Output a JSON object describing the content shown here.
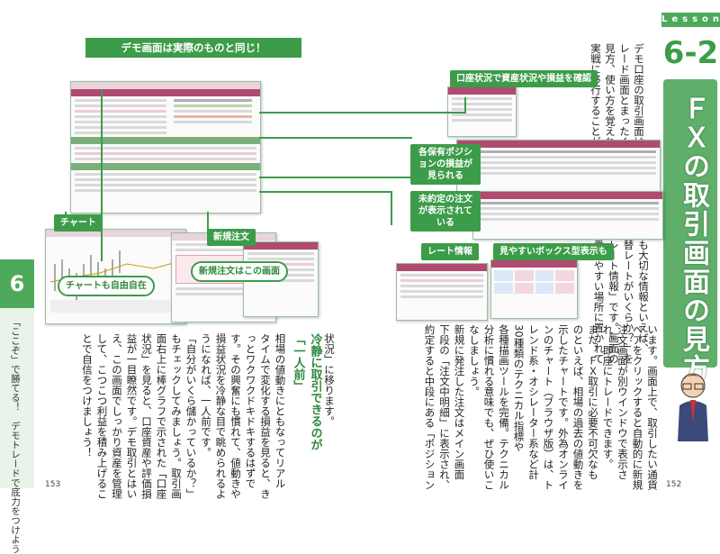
{
  "lesson": {
    "label": "Lesson",
    "number": "6-2",
    "title": "ＦＸの取引画面の見方"
  },
  "headline": "デモ画面は実際のものと同じ！",
  "chapter": {
    "number": "6",
    "caption": "「ここぞ」で勝てる！　デモトレードで底力をつけよう"
  },
  "callouts": {
    "account": "口座状況で資産状況や損益を確認",
    "positions": "各保有ポジションの損益が見られる",
    "unfilled": "未約定の注文が表示されている",
    "rates": "レート情報",
    "box": "見やすいボックス型表示も",
    "chart": "チャート",
    "new_order": "新規注文",
    "new_order_screen": "新規注文はこの画面",
    "chart_free": "チャートも自由自在"
  },
  "right_body": [
    "デモ口座の取引画面は、実際のト",
    "レード画面とまったく同じなので",
    "見方、使い方を覚えればスムーズに",
    "実戦に移行することができます。",
    "",
    "ＦＸで最も大切な情報といえば、",
    "「今、為替レートがいくらか？」を",
    "示した「レート情報」です。画面の",
    "中でも一番見やすい場所に置かれて",
    "います。画面上で、取引したい通貨",
    "ペアをクリックすると自動的に新規",
    "注文画面が別ウインドウで表示さ",
    "れ、即座にトレードできます。",
    "また、ＦＸ取引に必要不可欠なも",
    "のといえば、相場の過去の値動きを",
    "示したチャートです。外為オンライ",
    "ンのチャート（ブラウザ版）は、ト",
    "レンド系・オシレーター系など計",
    "30種類のテクニカル指標や",
    "各種描画ツールを完備。テクニカル",
    "分析に慣れる意味でも、ぜひ使いこ",
    "なしましょう。",
    "新規に発注した注文はメイン画面",
    "下段の「注文中明細」に表示され、",
    "約定すると中段にある「ポジション"
  ],
  "left_body": [
    "状況」に移ります。",
    "冷静に取引できるのが",
    "「一人前」",
    "相場の値動きにともなってリアル",
    "タイムで変化する損益を見ると、き",
    "っとワクワクドキドキするはずで",
    "す。その興奮にも慣れて、値動きや",
    "損益状況を冷静な目で眺められるよ",
    "うになれば、一人前です。",
    "「自分がいくら儲かっているか？」",
    "もチェックしてみましょう。取引画",
    "面右上に棒グラフで示された「口座",
    "状況」を見ると、口座資産や評価損",
    "益が一目瞭然です。デモ取引とはい",
    "え、この画面でしっかり資産を管理",
    "して、こつこつ利益を積み上げるこ",
    "とで自信をつけましょう！"
  ],
  "page_numbers": {
    "left": "153",
    "right": "152"
  },
  "colors": {
    "accent": "#3c9c4a",
    "panel": "#5fae6a",
    "strip": "#e8f4e9"
  }
}
